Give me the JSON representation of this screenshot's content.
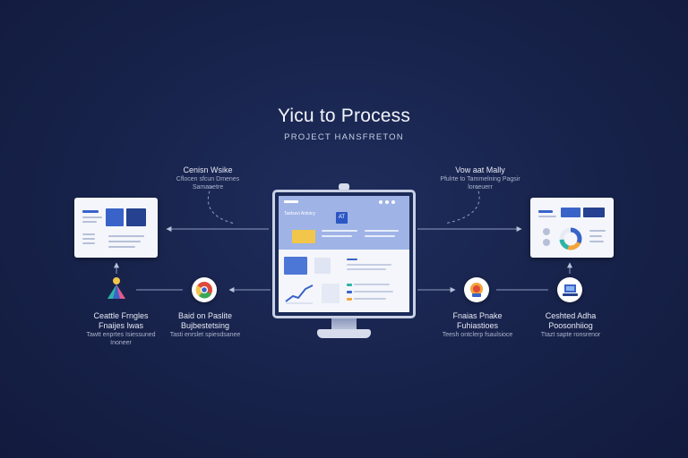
{
  "header": {
    "title": "Yicu to Process",
    "subtitle": "PROJECT HANSFRETON"
  },
  "top_left": {
    "title": "Cenisn Wsike",
    "subtitle": "Cflocen sfcun Dmenes Samanetre"
  },
  "top_right": {
    "title": "Vow aat Mally",
    "subtitle": "Pfulrte to Tammelning Pagsir lorceuerr"
  },
  "nodes": [
    {
      "title": "Ceattle Frngles",
      "line2": "Fnaijes Iwas",
      "subtitle": "Tawtt enprtes Isiessuned Inoneer"
    },
    {
      "title": "Baid on Paslite",
      "line2": "Bujbestetsing",
      "subtitle": "Tasti enrslet spiesdsanee"
    },
    {
      "title": "Fnaias Pnake",
      "line2": "Fuhiastioes",
      "subtitle": "Teesh ontclerp fsaulsioce"
    },
    {
      "title": "Ceshted Adha",
      "line2": "Poosonhiiog",
      "subtitle": "Ttazt sapte ronsrenor"
    }
  ],
  "screen": {
    "badge": "AT",
    "header": "Taelssvi Anloicy"
  },
  "colors": {
    "background": "#17224a",
    "accent": "#3a63c9",
    "screen": "#9fb3e6",
    "highlight": "#f2c64a"
  }
}
